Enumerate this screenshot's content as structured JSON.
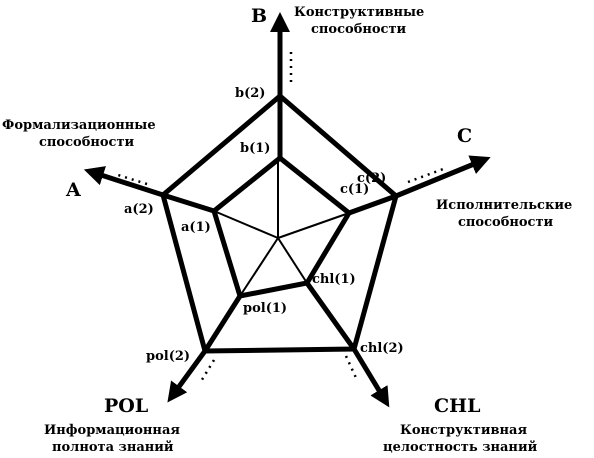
{
  "axes": [
    {
      "id": "B",
      "letter": "B",
      "caption": [
        "Конструктивные",
        "способности"
      ]
    },
    {
      "id": "C",
      "letter": "C",
      "caption": [
        "Исполнительские",
        "способности"
      ]
    },
    {
      "id": "CHL",
      "letter": "CHL",
      "caption": [
        "Конструктивная",
        "целостность знаний"
      ]
    },
    {
      "id": "POL",
      "letter": "POL",
      "caption": [
        "Информационная",
        "полнота знаний"
      ]
    },
    {
      "id": "A",
      "letter": "A",
      "caption": [
        "Формализационные",
        "способности"
      ]
    }
  ],
  "levels": [
    {
      "level": 1,
      "points": [
        "b(1)",
        "c(1)",
        "chl(1)",
        "pol(1)",
        "a(1)"
      ]
    },
    {
      "level": 2,
      "points": [
        "b(2)",
        "c(2)",
        "chl(2)",
        "pol(2)",
        "a(2)"
      ]
    }
  ],
  "colors": {
    "ink": "#000000",
    "background": "#ffffff"
  }
}
